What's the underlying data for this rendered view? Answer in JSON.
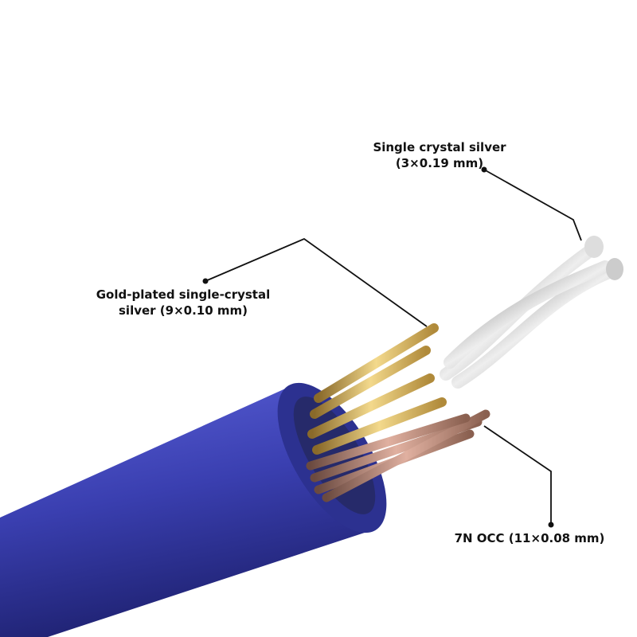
{
  "labels": {
    "silver": {
      "line1": "Single crystal silver",
      "line2": "(3×0.19 mm)"
    },
    "gold": {
      "line1": "Gold-plated single-crystal",
      "line2": "silver (9×0.10 mm)"
    },
    "occ": {
      "line1": "7N OCC (11×0.08 mm)"
    }
  },
  "colors": {
    "jacket": "#3a3fb0",
    "gold": "#d9b25a",
    "silver": "#c8c8cc",
    "copper": "#c9907a",
    "leader": "#111111"
  }
}
